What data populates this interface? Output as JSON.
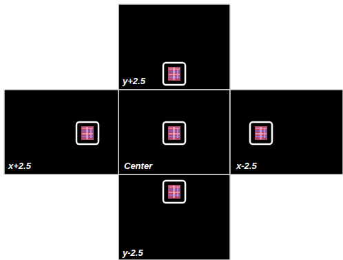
{
  "diagram": {
    "nodes": [
      {
        "text": [
          "y+2.5"
        ]
      },
      {
        "text": [
          "x+2.5"
        ]
      },
      {
        "text": [
          "Center"
        ]
      },
      {
        "text": [
          "x-2.5"
        ]
      },
      {
        "text": [
          "y-2.5"
        ]
      }
    ]
  }
}
